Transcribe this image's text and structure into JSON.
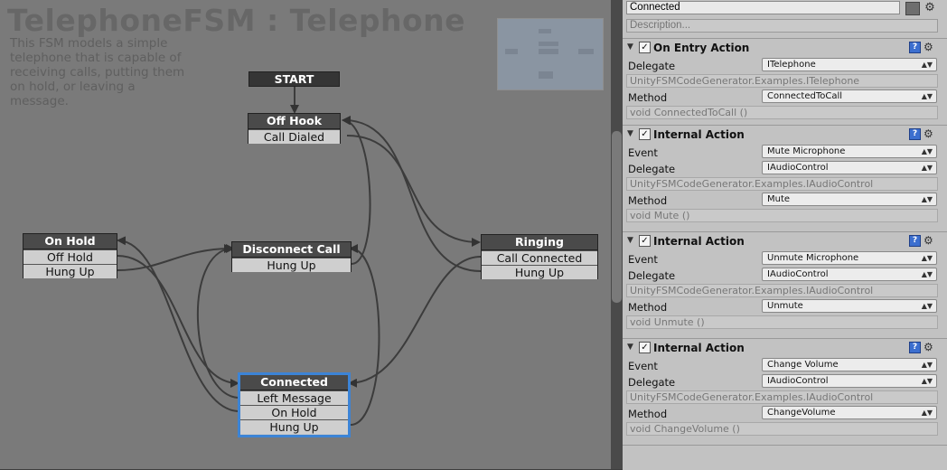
{
  "graph": {
    "title": "TelephoneFSM : Telephone",
    "description": "This FSM models a simple telephone that is capable of receiving calls, putting them on hold, or leaving a message.",
    "nodes": {
      "start": {
        "title": "START",
        "rows": []
      },
      "off_hook": {
        "title": "Off Hook",
        "rows": [
          "Call Dialed"
        ]
      },
      "on_hold": {
        "title": "On Hold",
        "rows": [
          "Off Hold",
          "Hung Up"
        ]
      },
      "disconnect_call": {
        "title": "Disconnect Call",
        "rows": [
          "Hung Up"
        ]
      },
      "ringing": {
        "title": "Ringing",
        "rows": [
          "Call Connected",
          "Hung Up"
        ]
      },
      "connected": {
        "title": "Connected",
        "rows": [
          "Left Message",
          "On Hold",
          "Hung Up"
        ]
      }
    },
    "selected_node": "connected"
  },
  "inspector": {
    "state_name": "Connected",
    "description_placeholder": "Description...",
    "sections": [
      {
        "title": "On Entry Action",
        "enabled": true,
        "delegate_label": "Delegate",
        "delegate_value": "ITelephone",
        "delegate_type": "UnityFSMCodeGenerator.Examples.ITelephone",
        "method_label": "Method",
        "method_value": "ConnectedToCall",
        "method_signature": "void ConnectedToCall ()"
      },
      {
        "title": "Internal Action",
        "enabled": true,
        "event_label": "Event",
        "event_value": "Mute Microphone",
        "delegate_label": "Delegate",
        "delegate_value": "IAudioControl",
        "delegate_type": "UnityFSMCodeGenerator.Examples.IAudioControl",
        "method_label": "Method",
        "method_value": "Mute",
        "method_signature": "void Mute ()"
      },
      {
        "title": "Internal Action",
        "enabled": true,
        "event_label": "Event",
        "event_value": "Unmute Microphone",
        "delegate_label": "Delegate",
        "delegate_value": "IAudioControl",
        "delegate_type": "UnityFSMCodeGenerator.Examples.IAudioControl",
        "method_label": "Method",
        "method_value": "Unmute",
        "method_signature": "void Unmute ()"
      },
      {
        "title": "Internal Action",
        "enabled": true,
        "event_label": "Event",
        "event_value": "Change Volume",
        "delegate_label": "Delegate",
        "delegate_value": "IAudioControl",
        "delegate_type": "UnityFSMCodeGenerator.Examples.IAudioControl",
        "method_label": "Method",
        "method_value": "ChangeVolume",
        "method_signature": "void ChangeVolume ()"
      }
    ]
  },
  "icons": {
    "gear": "gear-icon",
    "help": "help-icon",
    "checkbox": "checkbox-icon",
    "fold": "foldout-icon",
    "dropdown": "chevron-updown-icon"
  },
  "colors": {
    "canvas": "#7a7a7a",
    "node_header": "#4a4a4a",
    "selection": "#3c84d6",
    "inspector_bg": "#c2c2c2"
  }
}
